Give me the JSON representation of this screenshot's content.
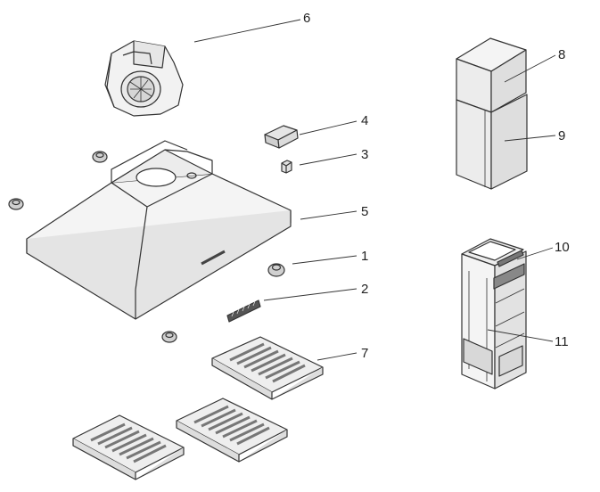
{
  "colors": {
    "stroke": "#333333",
    "fill": "#f2f2f2",
    "shade": "#d6d6d6",
    "dark": "#555555",
    "filter_fill": "#eeeeee"
  },
  "parts": [
    {
      "id": "fan",
      "callout": "6",
      "icon": "blower-fan-icon"
    },
    {
      "id": "light-cover",
      "callout": "4",
      "icon": "light-cover-icon"
    },
    {
      "id": "bulb-socket",
      "callout": "3",
      "icon": "bulb-socket-icon"
    },
    {
      "id": "hood-body",
      "callout": "5",
      "icon": "range-hood-icon"
    },
    {
      "id": "knob",
      "callout": "1",
      "icon": "knob-icon"
    },
    {
      "id": "control-switch",
      "callout": "2",
      "icon": "switch-icon"
    },
    {
      "id": "grease-filters",
      "callout": "7",
      "icon": "filter-icon"
    },
    {
      "id": "upper-chimney",
      "callout": "8",
      "icon": "upper-chimney-icon"
    },
    {
      "id": "lower-chimney",
      "callout": "9",
      "icon": "lower-chimney-icon"
    },
    {
      "id": "bracket-top",
      "callout": "10",
      "icon": "bracket-icon"
    },
    {
      "id": "support-frame",
      "callout": "11",
      "icon": "support-frame-icon"
    }
  ]
}
